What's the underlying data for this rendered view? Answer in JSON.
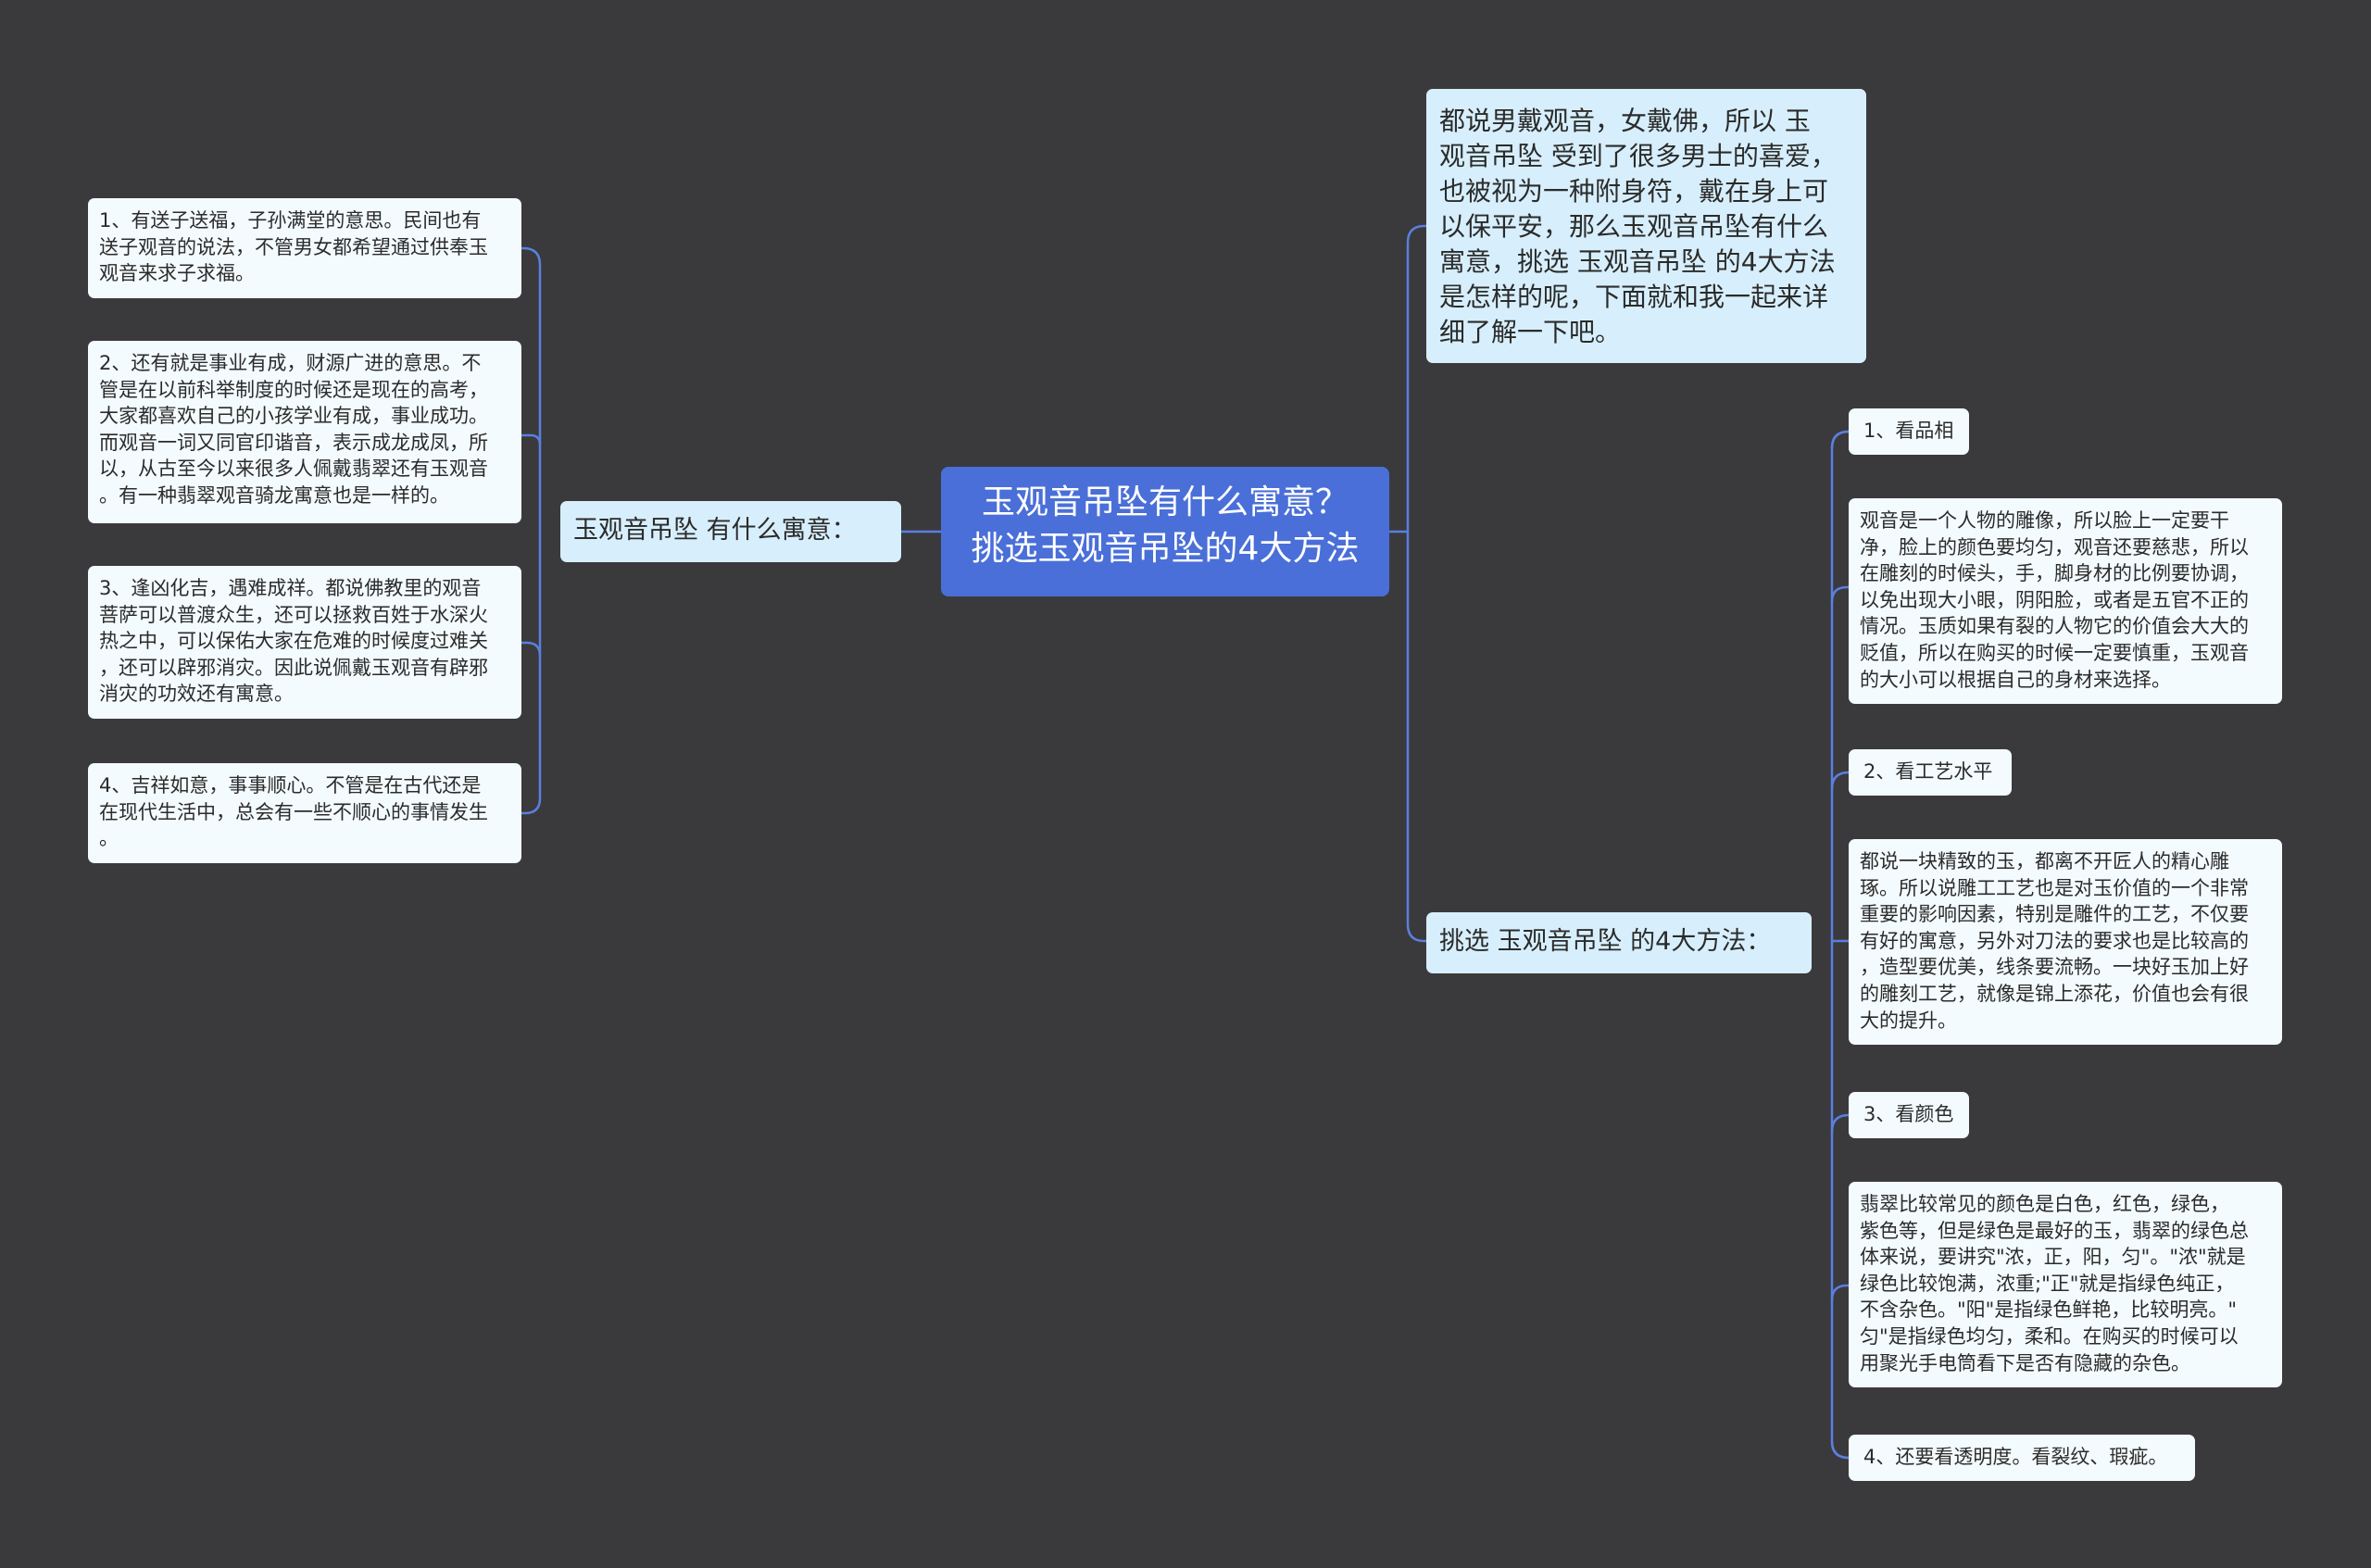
{
  "central": {
    "text": "玉观音吊坠有什么寓意？\n挑选玉观音吊坠的4大方法"
  },
  "left_branch": {
    "title": "玉观音吊坠 有什么寓意：",
    "items": [
      " 1、有送子送福，子孙满堂的意思。民间也有\n送子观音的说法，不管男女都希望通过供奉玉\n观音来求子求福。",
      " 2、还有就是事业有成，财源广进的意思。不\n管是在以前科举制度的时候还是现在的高考，\n大家都喜欢自己的小孩学业有成，事业成功。\n而观音一词又同官印谐音，表示成龙成凤，所\n以，从古至今以来很多人佩戴翡翠还有玉观音\n。有一种翡翠观音骑龙寓意也是一样的。",
      " 3、逢凶化吉，遇难成祥。都说佛教里的观音\n菩萨可以普渡众生，还可以拯救百姓于水深火\n热之中，可以保佑大家在危难的时候度过难关\n，还可以辟邪消灾。因此说佩戴玉观音有辟邪\n消灾的功效还有寓意。",
      " 4、吉祥如意，事事顺心。不管是在古代还是\n在现代生活中，总会有一些不顺心的事情发生\n。"
    ]
  },
  "right_intro": {
    "text": " 都说男戴观音，女戴佛，所以 玉\n观音吊坠 受到了很多男士的喜爱，\n也被视为一种附身符，戴在身上可\n以保平安，那么玉观音吊坠有什么\n寓意，挑选 玉观音吊坠 的4大方法\n是怎样的呢，下面就和我一起来详\n细了解一下吧。"
  },
  "right_branch": {
    "title": "挑选 玉观音吊坠 的4大方法：",
    "items": [
      {
        "label": "1、看品相",
        "detail": " 观音是一个人物的雕像，所以脸上一定要干\n净，脸上的颜色要均匀，观音还要慈悲，所以\n在雕刻的时候头，手，脚身材的比例要协调，\n以免出现大小眼，阴阳脸，或者是五官不正的\n情况。玉质如果有裂的人物它的价值会大大的\n贬值，所以在购买的时候一定要慎重，玉观音\n的大小可以根据自己的身材来选择。"
      },
      {
        "label": "2、看工艺水平",
        "detail": " 都说一块精致的玉，都离不开匠人的精心雕\n琢。所以说雕工工艺也是对玉价值的一个非常\n重要的影响因素，特别是雕件的工艺，不仅要\n有好的寓意，另外对刀法的要求也是比较高的\n，造型要优美，线条要流畅。一块好玉加上好\n的雕刻工艺，就像是锦上添花，价值也会有很\n大的提升。"
      },
      {
        "label": "3、看颜色",
        "detail": " 翡翠比较常见的颜色是白色，红色，绿色，\n紫色等，但是绿色是最好的玉，翡翠的绿色总\n体来说，要讲究\"浓，正，阳，匀\"。\"浓\"就是\n绿色比较饱满，浓重;\"正\"就是指绿色纯正，\n不含杂色。\"阳\"是指绿色鲜艳，比较明亮。\"\n匀\"是指绿色均匀，柔和。在购买的时候可以\n用聚光手电筒看下是否有隐藏的杂色。"
      },
      {
        "label": "4、还要看透明度。看裂纹、瑕疵。",
        "detail": null
      }
    ]
  },
  "colors": {
    "background": "#3a3a3c",
    "connector": "#5b7fe0",
    "central_fill": "#4a6fd8",
    "branch_fill": "#d7effc",
    "leaf_fill": "#f3fbfe"
  }
}
